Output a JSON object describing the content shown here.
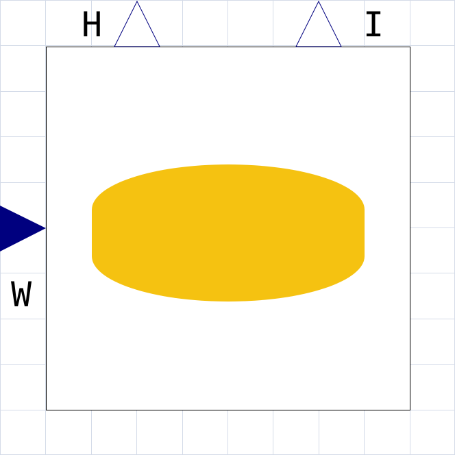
{
  "canvas": {
    "background": "#ffffff",
    "grid_color": "#d4dbe8"
  },
  "block": {
    "border_color": "#000000",
    "fill": "#ffffff",
    "icon": "cylinder-icon",
    "icon_color": "#f5c211"
  },
  "ports": {
    "input": {
      "label": "W",
      "icon": "filled-triangle-right-icon",
      "color": "#00007f"
    },
    "outputs": [
      {
        "label": "H",
        "icon": "hollow-triangle-up-icon",
        "color": "#00007f"
      },
      {
        "label": "I",
        "icon": "hollow-triangle-up-icon",
        "color": "#00007f"
      }
    ]
  }
}
